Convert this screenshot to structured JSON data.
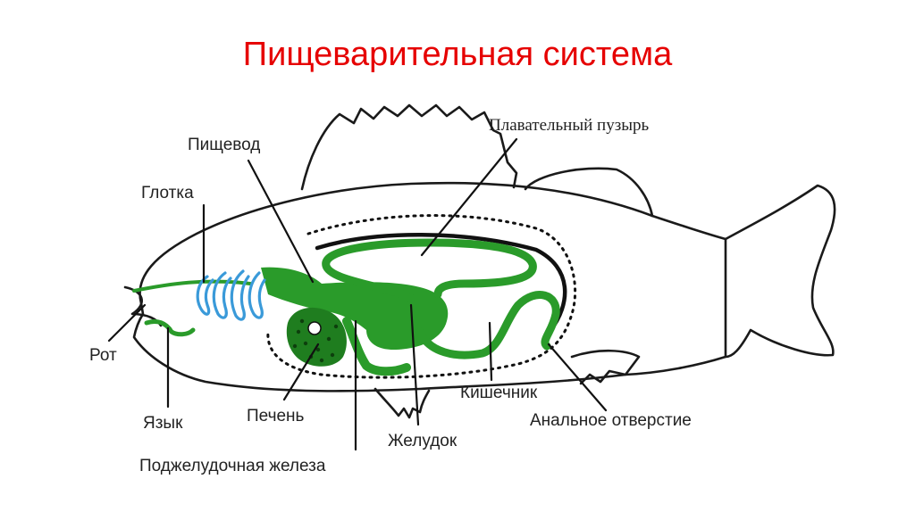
{
  "title": "Пищеварительная система",
  "colors": {
    "title": "#e60000",
    "organs": "#2a9b2a",
    "organs_dark": "#1f7d1f",
    "gills": "#3a9ad9",
    "outline": "#1a1a1a"
  },
  "labels": {
    "swim_bladder": "Плавательный пузырь",
    "esophagus": "Пищевод",
    "pharynx": "Глотка",
    "mouth": "Рот",
    "tongue": "Язык",
    "liver": "Печень",
    "pancreas": "Поджелудочная железа",
    "stomach": "Желудок",
    "intestine": "Кишечник",
    "anus": "Анальное отверстие"
  }
}
